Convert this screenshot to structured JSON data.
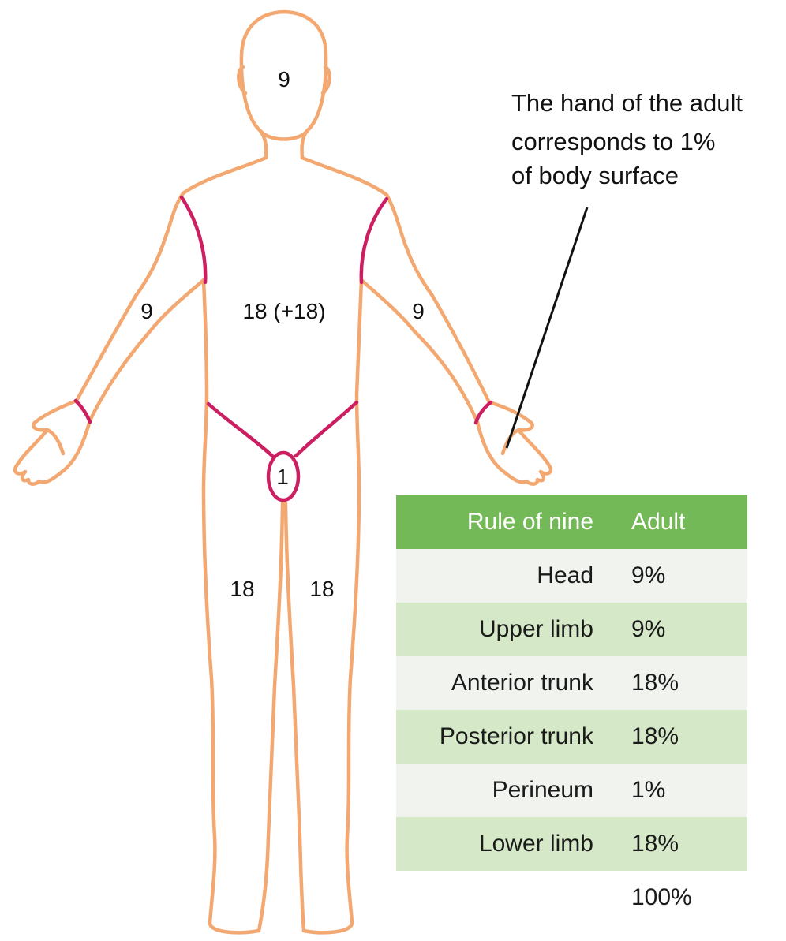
{
  "colors": {
    "body_outline": "#f2a870",
    "boundary": "#cc1f62",
    "pointer": "#111111",
    "header_bg": "#74b957",
    "row_light": "#f0f3ee",
    "row_dark": "#d5e9c8"
  },
  "figure": {
    "region_labels": {
      "head": "9",
      "trunk": "18 (+18)",
      "right_arm": "9",
      "left_arm": "9",
      "perineum": "1",
      "right_leg": "18",
      "left_leg": "18"
    },
    "hand_note": [
      "The hand of the adult",
      "corresponds to 1%",
      "of body surface"
    ]
  },
  "table": {
    "headers": [
      "Rule of nine",
      "Adult"
    ],
    "rows": [
      {
        "region": "Head",
        "value": "9%"
      },
      {
        "region": "Upper limb",
        "value": "9%"
      },
      {
        "region": "Anterior trunk",
        "value": "18%"
      },
      {
        "region": "Posterior trunk",
        "value": "18%"
      },
      {
        "region": "Perineum",
        "value": "1%"
      },
      {
        "region": "Lower limb",
        "value": "18%"
      }
    ],
    "total": "100%"
  }
}
